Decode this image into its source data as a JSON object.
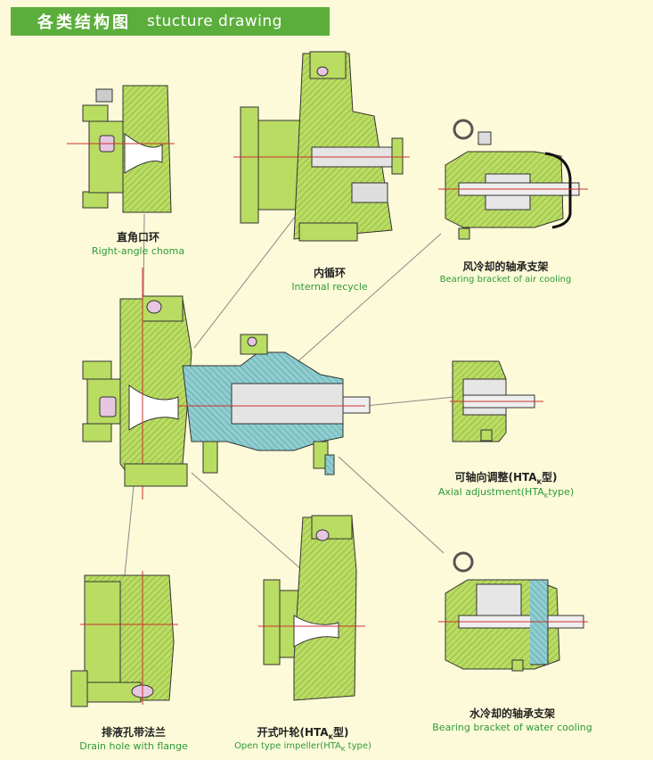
{
  "header": {
    "title_cn": "各类结构图",
    "title_en": "stucture drawing"
  },
  "figures": {
    "right_angle": {
      "cn": "直角口环",
      "en": "Right-angle choma"
    },
    "internal_recycle": {
      "cn": "内循环",
      "en": "Internal recycle"
    },
    "air_cooling": {
      "cn": "风冷却的轴承支架",
      "en": "Bearing bracket of air cooling"
    },
    "axial": {
      "cn_pre": "可轴向调整(HTA",
      "cn_sub": "K",
      "cn_post": "型)",
      "en_pre": "Axial adjustment(HTA",
      "en_sub": "K",
      "en_post": "type)"
    },
    "drain": {
      "cn": "排液孔带法兰",
      "en": "Drain hole with flange"
    },
    "open_impeller": {
      "cn_pre": "开式叶轮(HTA",
      "cn_sub": "K",
      "cn_post": "型)",
      "en_pre": "Open type impeller(HTA",
      "en_sub": "K",
      "en_post": " type)"
    },
    "water_cooling": {
      "cn": "水冷却的轴承支架",
      "en": "Bearing bracket of water cooling"
    }
  },
  "colors": {
    "casing": "#b9dc62",
    "bracket": "#8ecdd0",
    "background": "#fcfad8",
    "header": "#5cae3c",
    "label_en": "#2d9a3a"
  }
}
